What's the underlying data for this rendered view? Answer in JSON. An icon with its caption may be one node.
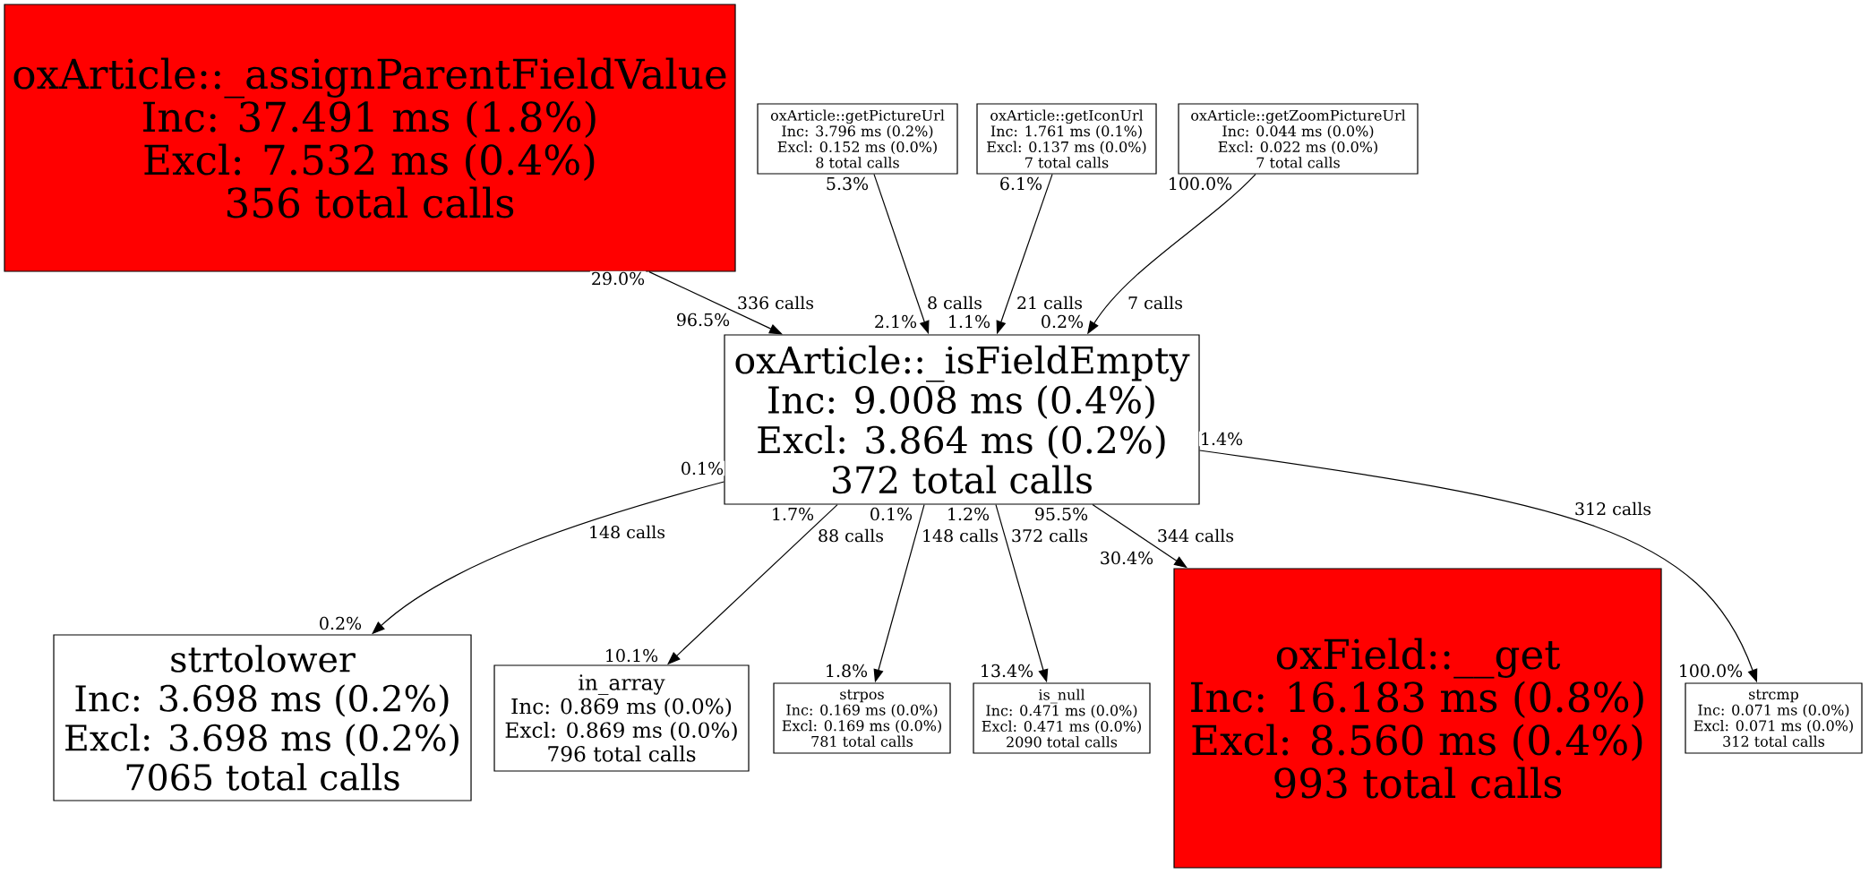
{
  "diagram": {
    "nodes": [
      {
        "text": [
          "oxArticle::_assignParentFieldValue",
          "Inc: 37.491 ms (1.8%)",
          "Excl: 7.532 ms (0.4%)",
          "356 total calls"
        ]
      },
      {
        "text": [
          "oxArticle::getPictureUrl",
          "Inc: 3.796 ms (0.2%)",
          "Excl: 0.152 ms (0.0%)",
          "8 total calls"
        ]
      },
      {
        "text": [
          "oxArticle::getIconUrl",
          "Inc: 1.761 ms (0.1%)",
          "Excl: 0.137 ms (0.0%)",
          "7 total calls"
        ]
      },
      {
        "text": [
          "oxArticle::getZoomPictureUrl",
          "Inc: 0.044 ms (0.0%)",
          "Excl: 0.022 ms (0.0%)",
          "7 total calls"
        ]
      },
      {
        "text": [
          "oxArticle::_isFieldEmpty",
          "Inc: 9.008 ms (0.4%)",
          "Excl: 3.864 ms (0.2%)",
          "372 total calls"
        ]
      },
      {
        "text": [
          "strtolower",
          "Inc: 3.698 ms (0.2%)",
          "Excl: 3.698 ms (0.2%)",
          "7065 total calls"
        ]
      },
      {
        "text": [
          "in_array",
          "Inc: 0.869 ms (0.0%)",
          "Excl: 0.869 ms (0.0%)",
          "796 total calls"
        ]
      },
      {
        "text": [
          "strpos",
          "Inc: 0.169 ms (0.0%)",
          "Excl: 0.169 ms (0.0%)",
          "781 total calls"
        ]
      },
      {
        "text": [
          "is_null",
          "Inc: 0.471 ms (0.0%)",
          "Excl: 0.471 ms (0.0%)",
          "2090 total calls"
        ]
      },
      {
        "text": [
          "oxField::__get",
          "Inc: 16.183 ms (0.8%)",
          "Excl: 8.560 ms (0.4%)",
          "993 total calls"
        ]
      },
      {
        "text": [
          "strcmp",
          "Inc: 0.071 ms (0.0%)",
          "Excl: 0.071 ms (0.0%)",
          "312 total calls"
        ]
      }
    ],
    "edges": [
      {
        "from": 0,
        "to": 4,
        "arrow": "to",
        "label": "336 calls"
      },
      {
        "from": 1,
        "to": 4,
        "arrow": "to",
        "label": "8 calls"
      },
      {
        "from": 2,
        "to": 4,
        "arrow": "to",
        "label": "21 calls"
      },
      {
        "from": 3,
        "to": 4,
        "arrow": "to",
        "label": "7 calls"
      },
      {
        "from": 4,
        "to": 5,
        "arrow": "to",
        "label": "148 calls"
      },
      {
        "from": 4,
        "to": 6,
        "arrow": "to",
        "label": "88 calls"
      },
      {
        "from": 4,
        "to": 7,
        "arrow": "to",
        "label": "148 calls"
      },
      {
        "from": 4,
        "to": 8,
        "arrow": "to",
        "label": "372 calls"
      },
      {
        "from": 4,
        "to": 9,
        "arrow": "to",
        "label": "344 calls"
      },
      {
        "from": 4,
        "to": 10,
        "arrow": "to",
        "label": "312 calls"
      }
    ],
    "labels": [
      "5.3%",
      "6.1%",
      "100.0%",
      "29.0%",
      "96.5%",
      "2.1%",
      "1.1%",
      "0.2%",
      "1.4%",
      "0.1%",
      "1.7%",
      "0.1%",
      "1.2%",
      "95.5%",
      "30.4%",
      "0.2%",
      "10.1%",
      "1.8%",
      "13.4%",
      "100.0%"
    ]
  }
}
